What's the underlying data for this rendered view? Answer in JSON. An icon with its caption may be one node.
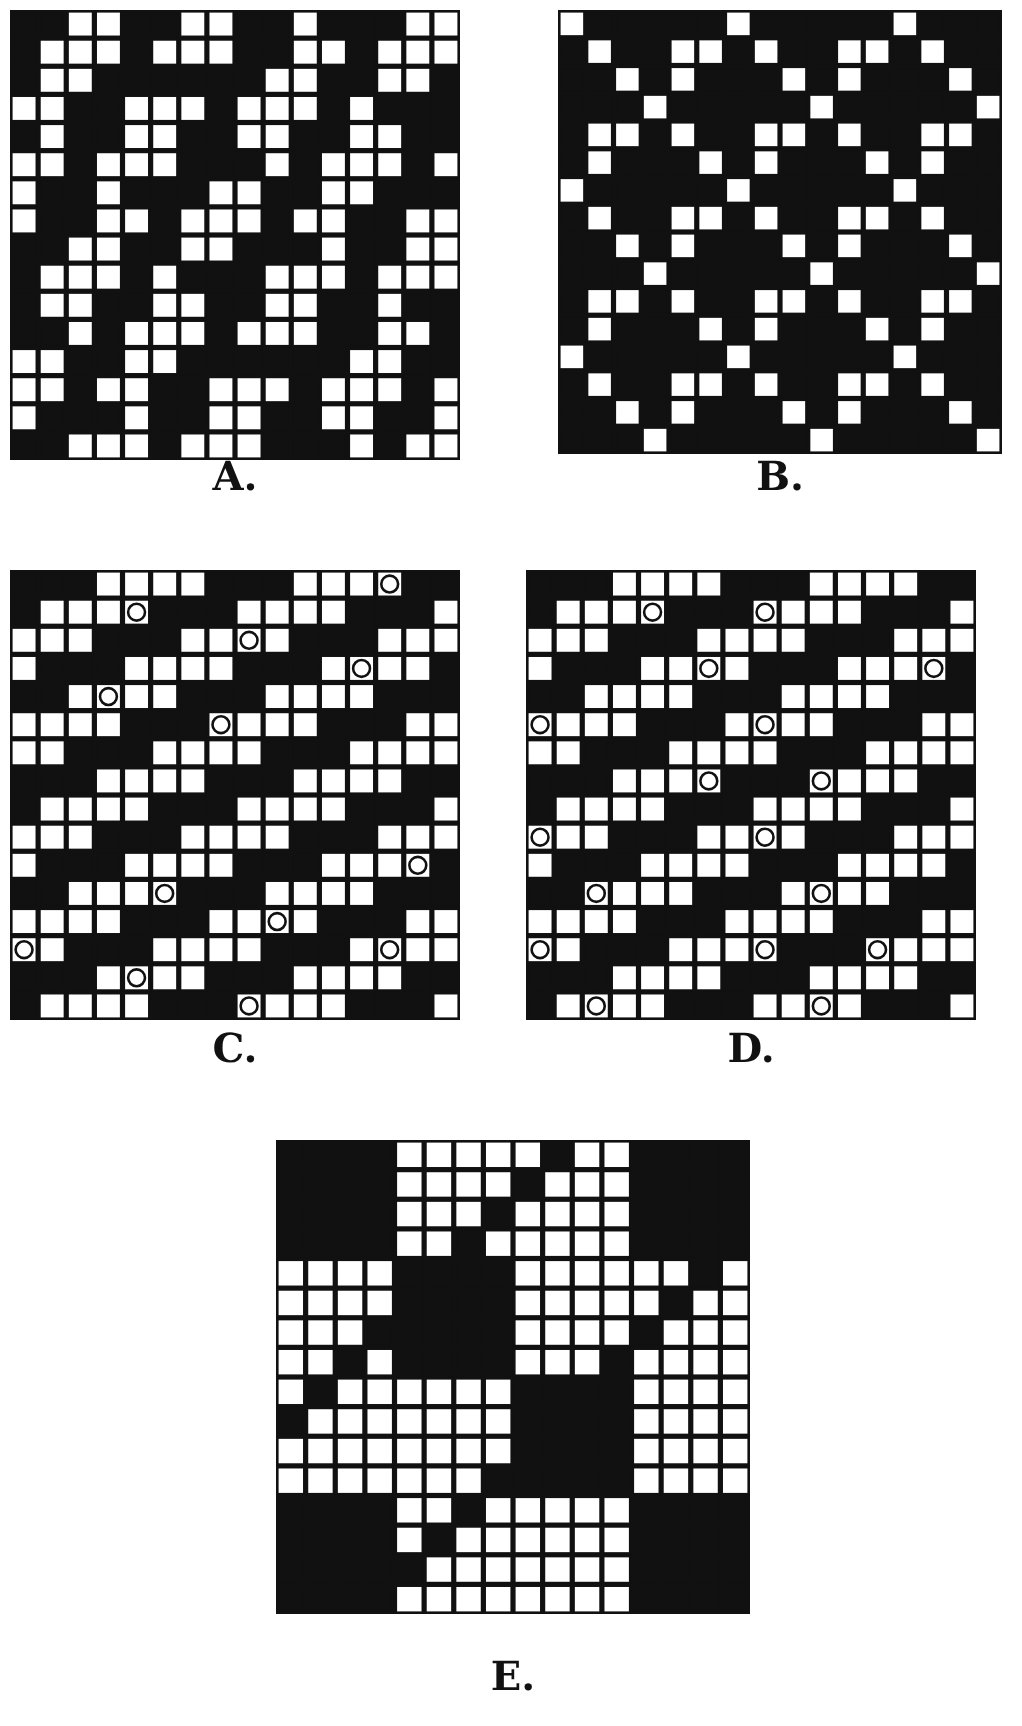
{
  "diagram": {
    "labels": [
      "A.",
      "B.",
      "C.",
      "D.",
      "E."
    ]
  }
}
